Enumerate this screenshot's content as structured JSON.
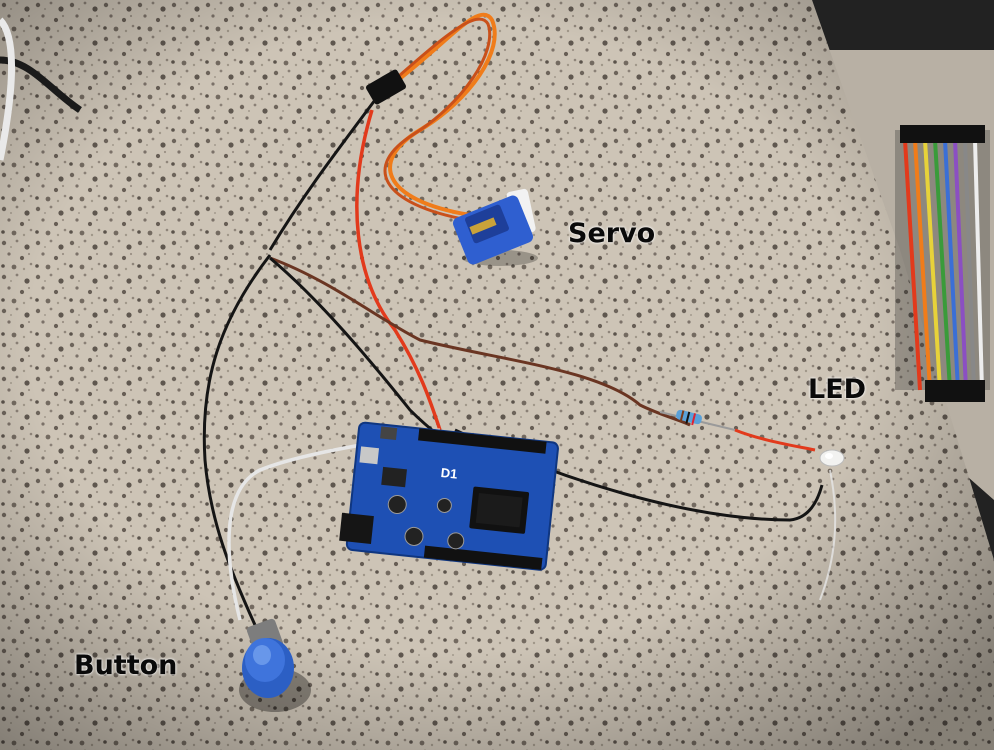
{
  "labels": {
    "servo": "Servo",
    "led": "LED",
    "button": "Button"
  },
  "board": {
    "silkscreen": "D1"
  },
  "colors": {
    "countertop": "#cfc6b8",
    "speckle": "#6b625a",
    "board_blue": "#1e50b4",
    "servo_blue": "#2f5fd0",
    "button_blue": "#2c5fc4",
    "wire_orange": "#f07c1a",
    "wire_red": "#e23a1c",
    "wire_brown": "#6a3522",
    "wire_black": "#151515",
    "wire_white": "#e6e6e6"
  }
}
